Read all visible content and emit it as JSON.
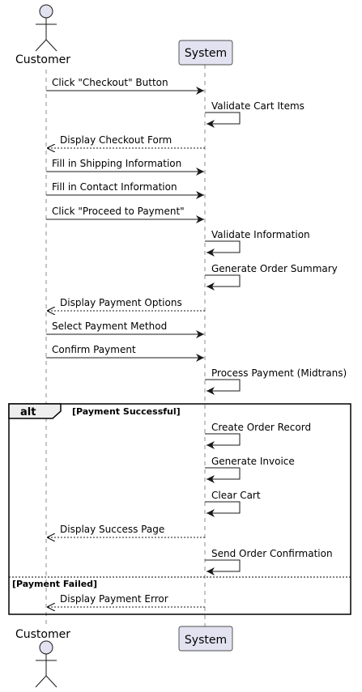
{
  "diagram": {
    "actor": {
      "name": "Customer"
    },
    "system": {
      "name": "System"
    },
    "fragment": {
      "keyword": "alt",
      "guard_success": "[Payment Successful]",
      "guard_failure": "[Payment Failed]"
    },
    "messages": [
      {
        "from": "customer",
        "to": "system",
        "kind": "sync",
        "text": "Click \"Checkout\" Button"
      },
      {
        "from": "system",
        "to": "system",
        "kind": "self",
        "text": "Validate Cart Items"
      },
      {
        "from": "system",
        "to": "customer",
        "kind": "reply",
        "text": "Display Checkout Form"
      },
      {
        "from": "customer",
        "to": "system",
        "kind": "sync",
        "text": "Fill in Shipping Information"
      },
      {
        "from": "customer",
        "to": "system",
        "kind": "sync",
        "text": "Fill in Contact Information"
      },
      {
        "from": "customer",
        "to": "system",
        "kind": "sync",
        "text": "Click \"Proceed to Payment\""
      },
      {
        "from": "system",
        "to": "system",
        "kind": "self",
        "text": "Validate Information"
      },
      {
        "from": "system",
        "to": "system",
        "kind": "self",
        "text": "Generate Order Summary"
      },
      {
        "from": "system",
        "to": "customer",
        "kind": "reply",
        "text": "Display Payment Options"
      },
      {
        "from": "customer",
        "to": "system",
        "kind": "sync",
        "text": "Select Payment Method"
      },
      {
        "from": "customer",
        "to": "system",
        "kind": "sync",
        "text": "Confirm Payment"
      },
      {
        "from": "system",
        "to": "system",
        "kind": "self",
        "text": "Process Payment (Midtrans)"
      },
      {
        "from": "system",
        "to": "system",
        "kind": "self",
        "text": "Create Order Record"
      },
      {
        "from": "system",
        "to": "system",
        "kind": "self",
        "text": "Generate Invoice"
      },
      {
        "from": "system",
        "to": "system",
        "kind": "self",
        "text": "Clear Cart"
      },
      {
        "from": "system",
        "to": "customer",
        "kind": "reply",
        "text": "Display Success Page"
      },
      {
        "from": "system",
        "to": "system",
        "kind": "self",
        "text": "Send Order Confirmation"
      },
      {
        "from": "system",
        "to": "customer",
        "kind": "reply",
        "text": "Display Payment Error"
      }
    ],
    "colors": {
      "participant_fill": "#E2E2F0",
      "participant_stroke": "#181818",
      "line": "#181818",
      "lifeline": "#181818",
      "frame_tab_fill": "#EEEEEE"
    }
  }
}
